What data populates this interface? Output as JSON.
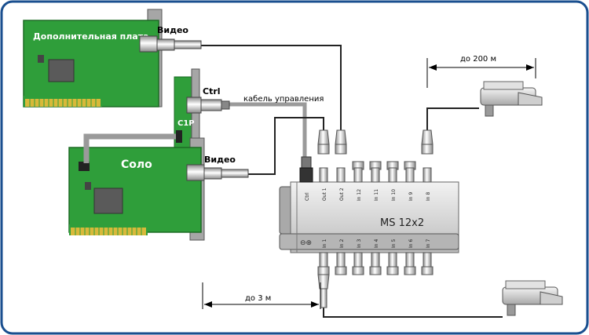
{
  "cards": {
    "extra_board": "Дополнительная плата",
    "solo_board": "Соло",
    "video_top": "Видео",
    "video_bottom": "Видео",
    "ctrl_port": "Ctrl",
    "c1p_bracket": "C1P"
  },
  "labels": {
    "control_cable": "кабель управления",
    "distance_far": "до 200 м",
    "distance_near": "до 3 м"
  },
  "module": {
    "name": "MS 12x2",
    "top_ports": [
      "Ctrl",
      "Out 1",
      "Out 2",
      "In 12",
      "In 11",
      "In 10",
      "In 9",
      "In 8"
    ],
    "bottom_ports": [
      "",
      "In 1",
      "In 2",
      "In 3",
      "In 4",
      "In 5",
      "In 6",
      "In 7"
    ]
  },
  "colors": {
    "pcb": "#2f9e3a",
    "module_body": "#dcdcdc",
    "frame": "#1a4f8f",
    "control_cable": "#9a9a9a"
  }
}
